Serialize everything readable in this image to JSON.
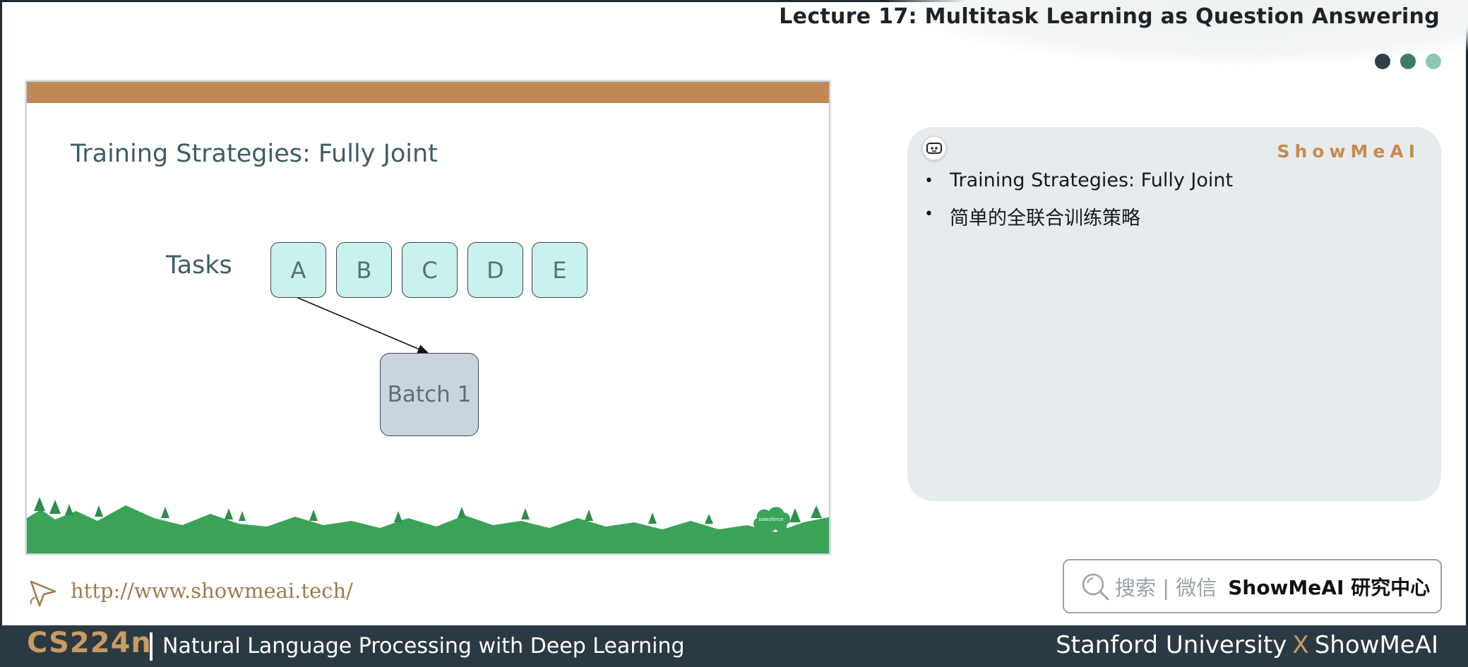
{
  "header": {
    "lecture_title": "Lecture 17: Multitask Learning as Question Answering",
    "dot_colors": [
      "#2e3f48",
      "#3f7a68",
      "#8fc6b3"
    ]
  },
  "slide": {
    "title": "Training Strategies: Fully Joint",
    "tasks_label": "Tasks",
    "tasks": [
      "A",
      "B",
      "C",
      "D",
      "E"
    ],
    "batch_label": "Batch 1",
    "logo_text": "salesforce",
    "colors": {
      "top_bar": "#bf8a55",
      "task_fill": "#c9f2ee",
      "batch_fill": "#c9d4df",
      "forest": "#3aa358"
    }
  },
  "notes": {
    "brand": "ShowMeAI",
    "bullets": [
      "Training Strategies: Fully Joint",
      "简单的全联合训练策略"
    ],
    "colors": {
      "panel": "#e6ecee",
      "brand": "#c98a4e"
    }
  },
  "link": {
    "url": "http://www.showmeai.tech/",
    "color": "#a07a4c"
  },
  "search": {
    "hint": "搜索 | 微信",
    "name": "ShowMeAI 研究中心"
  },
  "footer": {
    "course_code": "CS224n",
    "course_name": "Natural Language Processing with Deep Learning",
    "left_org": "Stanford University",
    "x": "X",
    "right_org": "ShowMeAI",
    "colors": {
      "code": "#c99a63",
      "x": "#c99a63"
    }
  }
}
